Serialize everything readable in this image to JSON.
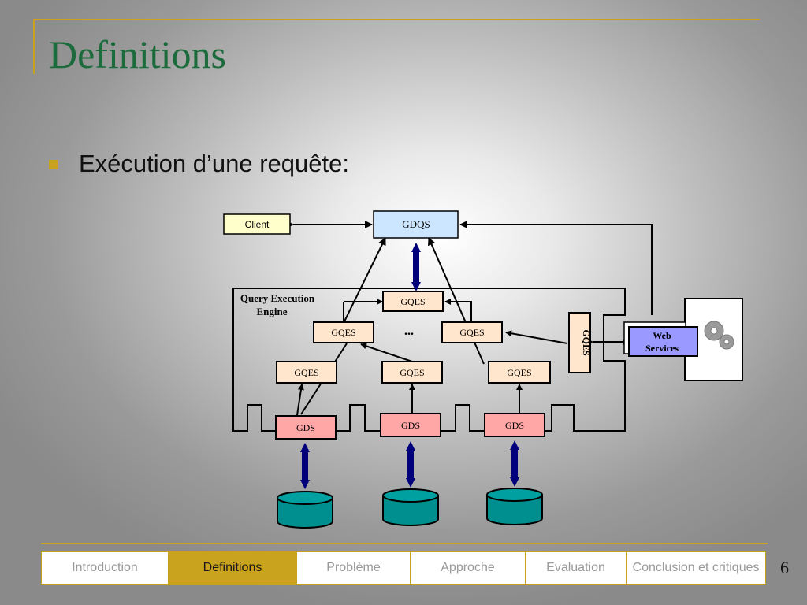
{
  "slide": {
    "title": "Definitions",
    "bullet": "Exécution d’une requête:",
    "page_number": "6"
  },
  "diagram": {
    "client": "Client",
    "gdqs": "GDQS",
    "qee_label_line1": "Query Execution",
    "qee_label_line2": "Engine",
    "gqes": "GQES",
    "gds": "GDS",
    "ellipsis": "...",
    "web_services_line1": "Web",
    "web_services_line2": "Services",
    "colors": {
      "client_fill": "#ffffcc",
      "gdqs_fill": "#cce6ff",
      "gqes_fill": "#ffe6cc",
      "gds_fill": "#ffa6a6",
      "web_fill": "#9999ff",
      "db_fill": "#008f8f",
      "arrow_fill": "#00007a"
    }
  },
  "nav": {
    "tabs": [
      {
        "label": "Introduction",
        "active": false
      },
      {
        "label": "Definitions",
        "active": true
      },
      {
        "label": "Problème",
        "active": false
      },
      {
        "label": "Approche",
        "active": false
      },
      {
        "label": "Evaluation",
        "active": false
      },
      {
        "label": "Conclusion et critiques",
        "active": false
      }
    ],
    "accent_color": "#c9a21e"
  }
}
